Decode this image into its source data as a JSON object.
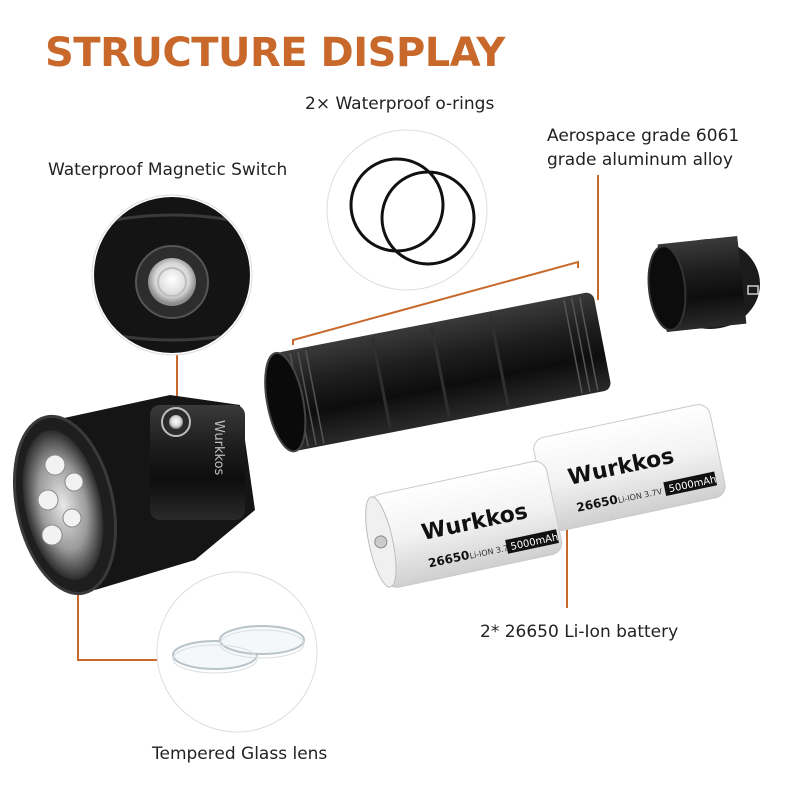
{
  "title": "STRUCTURE DISPLAY",
  "labels": {
    "switch": "Waterproof Magnetic Switch",
    "orings": "2× Waterproof o-rings",
    "alloy_line1": "Aerospace grade 6061",
    "alloy_line2": "grade aluminum alloy",
    "battery": "2* 26650 Li-Ion battery",
    "lens": "Tempered Glass lens"
  },
  "battery": {
    "brand": "Wurkkos",
    "model": "26650",
    "spec": "Li-ION 3.7V",
    "capacity": "5000mAh"
  },
  "flashlight_head_text": "Wurkkos",
  "colors": {
    "accent": "#c8682a",
    "callout_line": "#c8682a",
    "body": "#1a1a1a",
    "battery": "#f4f4f4"
  }
}
